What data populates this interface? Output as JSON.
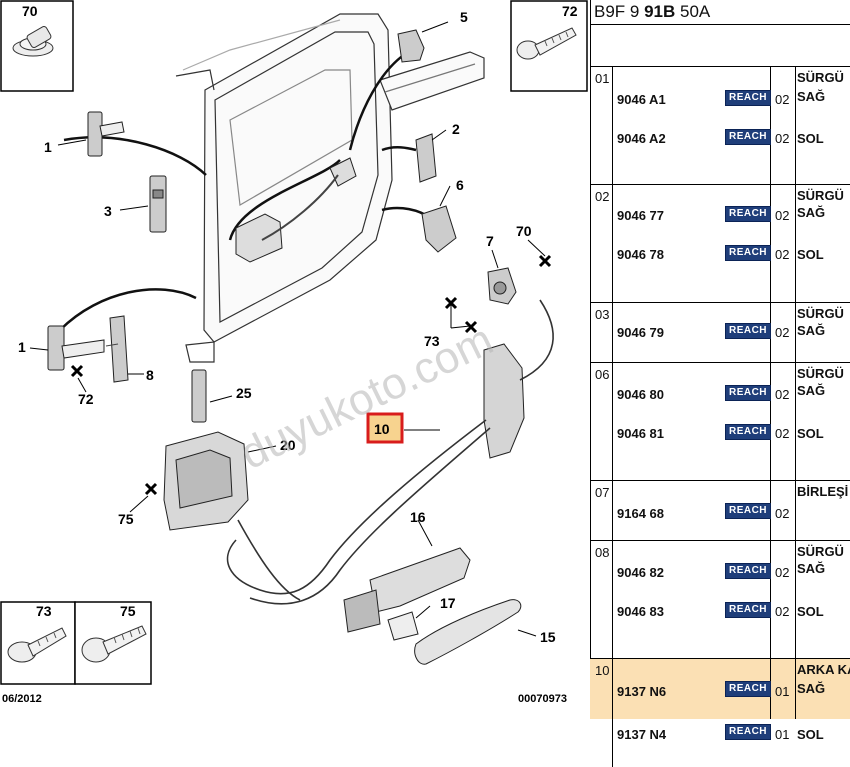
{
  "diagram": {
    "labels": [
      "70",
      "5",
      "72",
      "1",
      "2",
      "3",
      "6",
      "7",
      "70",
      "1",
      "8",
      "72",
      "73",
      "25",
      "10",
      "20",
      "75",
      "16",
      "17",
      "15",
      "73",
      "75"
    ],
    "date": "06/2012",
    "ref": "00070973",
    "watermark": "duyukoto.com"
  },
  "table": {
    "code_prefix": "B9F 9 ",
    "code_bold": "91B",
    "code_suffix": " 50A",
    "groups": [
      {
        "num": "01",
        "desc": "SÜRGÜ",
        "items": [
          {
            "part": "9046 A1",
            "qty": "02",
            "side": "SAĞ"
          },
          {
            "part": "9046 A2",
            "qty": "02",
            "side": "SOL"
          }
        ]
      },
      {
        "num": "02",
        "desc": "SÜRGÜ",
        "items": [
          {
            "part": "9046 77",
            "qty": "02",
            "side": "SAĞ"
          },
          {
            "part": "9046 78",
            "qty": "02",
            "side": "SOL"
          }
        ]
      },
      {
        "num": "03",
        "desc": "SÜRGÜ",
        "items": [
          {
            "part": "9046 79",
            "qty": "02",
            "side": "SAĞ"
          }
        ]
      },
      {
        "num": "06",
        "desc": "SÜRGÜ",
        "items": [
          {
            "part": "9046 80",
            "qty": "02",
            "side": "SAĞ"
          },
          {
            "part": "9046 81",
            "qty": "02",
            "side": "SOL"
          }
        ]
      },
      {
        "num": "07",
        "desc": "BİRLEŞİ",
        "items": [
          {
            "part": "9164 68",
            "qty": "02",
            "side": ""
          }
        ]
      },
      {
        "num": "08",
        "desc": "SÜRGÜ",
        "items": [
          {
            "part": "9046 82",
            "qty": "02",
            "side": "SAĞ"
          },
          {
            "part": "9046 83",
            "qty": "02",
            "side": "SOL"
          }
        ]
      },
      {
        "num": "10",
        "desc": "ARKA KA",
        "highlight": true,
        "items": [
          {
            "part": "9137 N6",
            "qty": "01",
            "side": "SAĞ"
          },
          {
            "part": "9137 N4",
            "qty": "01",
            "side": "SOL"
          }
        ]
      }
    ],
    "badge_text": "REACH",
    "highlight_color": "#fbe0b4",
    "badge_color": "#1f3e7a",
    "callout_color": "#d81c1c"
  }
}
